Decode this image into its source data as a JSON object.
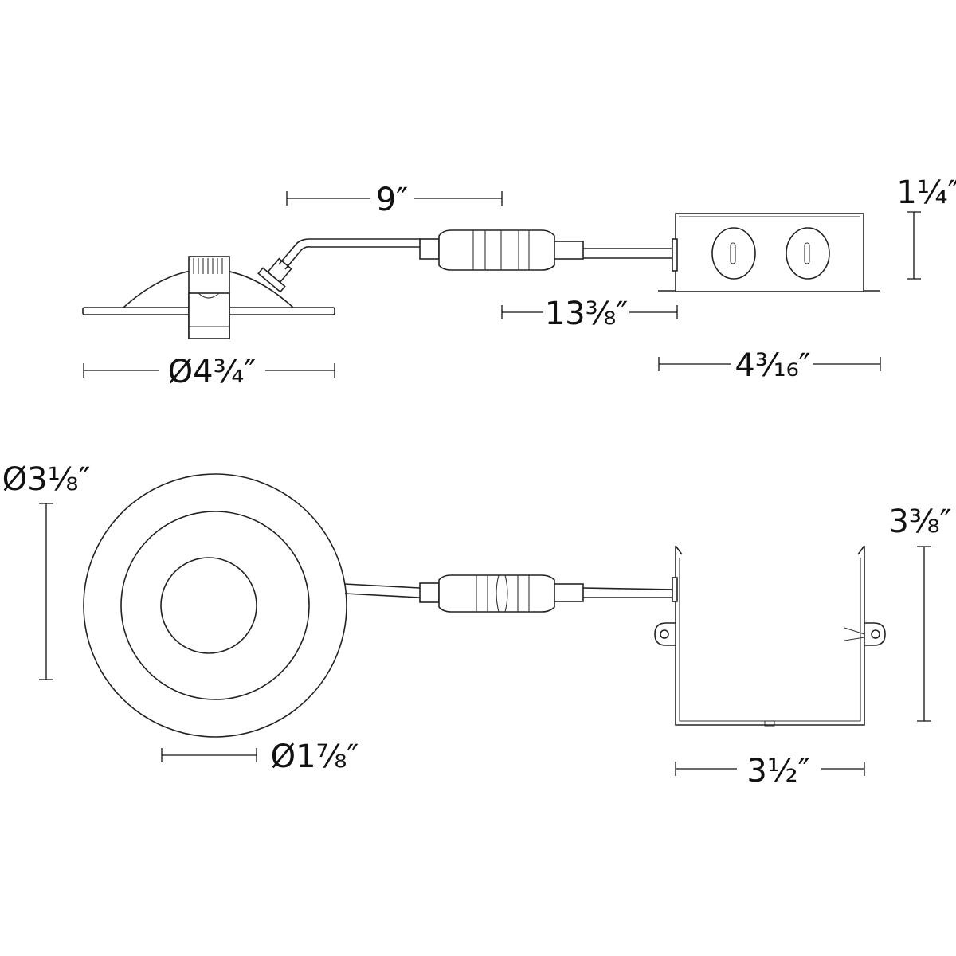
{
  "dimensions": {
    "cable_length": "9″",
    "box_height": "1¼″",
    "total_cable_length": "13⅜″",
    "box_length": "4³⁄₁₆″",
    "trim_diameter": "Ø4¾″",
    "cutout_diameter": "Ø3⅛″",
    "box_width": "3⅜″",
    "aperture_diameter": "Ø1⅞″",
    "box_depth": "3½″"
  },
  "colors": {
    "line": "#222222",
    "background": "#ffffff"
  }
}
